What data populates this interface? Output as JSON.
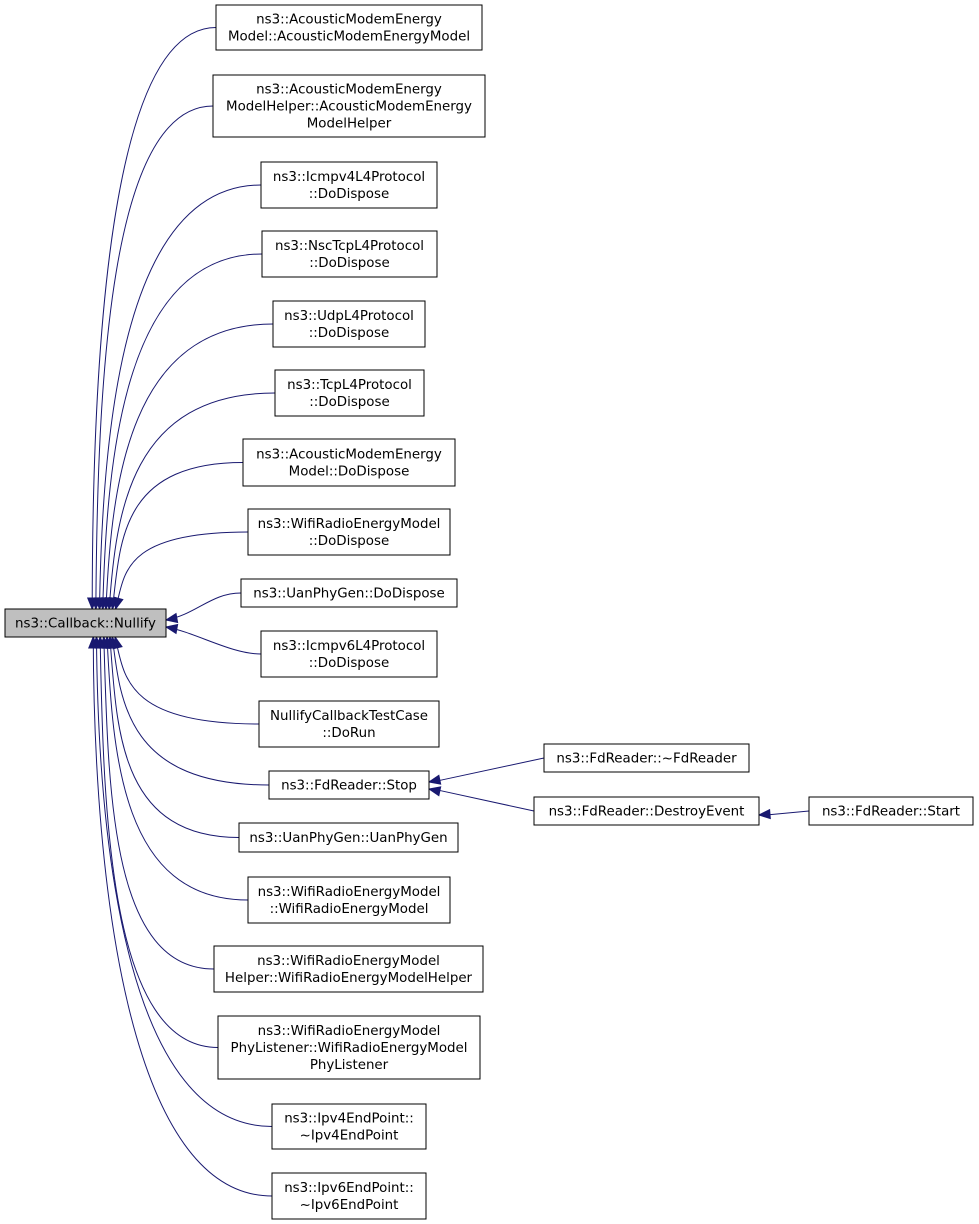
{
  "colors": {
    "edge": "#191970",
    "root_fill": "#bfbfbf",
    "node_fill": "#ffffff",
    "node_stroke": "#000000"
  },
  "nodes": [
    {
      "id": "nullify",
      "lines": [
        "ns3::Callback::Nullify"
      ],
      "root": true
    },
    {
      "id": "amem_ctor",
      "lines": [
        "ns3::AcousticModemEnergy",
        "Model::AcousticModemEnergyModel"
      ]
    },
    {
      "id": "amemh_ctor",
      "lines": [
        "ns3::AcousticModemEnergy",
        "ModelHelper::AcousticModemEnergy",
        "ModelHelper"
      ]
    },
    {
      "id": "icmpv4_dispose",
      "lines": [
        "ns3::Icmpv4L4Protocol",
        "::DoDispose"
      ]
    },
    {
      "id": "nsctcp_dispose",
      "lines": [
        "ns3::NscTcpL4Protocol",
        "::DoDispose"
      ]
    },
    {
      "id": "udp_dispose",
      "lines": [
        "ns3::UdpL4Protocol",
        "::DoDispose"
      ]
    },
    {
      "id": "tcp_dispose",
      "lines": [
        "ns3::TcpL4Protocol",
        "::DoDispose"
      ]
    },
    {
      "id": "amem_dispose",
      "lines": [
        "ns3::AcousticModemEnergy",
        "Model::DoDispose"
      ]
    },
    {
      "id": "wifirem_dispose",
      "lines": [
        "ns3::WifiRadioEnergyModel",
        "::DoDispose"
      ]
    },
    {
      "id": "uanphygen_dispose",
      "lines": [
        "ns3::UanPhyGen::DoDispose"
      ]
    },
    {
      "id": "icmpv6_dispose",
      "lines": [
        "ns3::Icmpv6L4Protocol",
        "::DoDispose"
      ]
    },
    {
      "id": "nullify_test",
      "lines": [
        "NullifyCallbackTestCase",
        "::DoRun"
      ]
    },
    {
      "id": "fdreader_stop",
      "lines": [
        "ns3::FdReader::Stop"
      ]
    },
    {
      "id": "uanphygen_ctor",
      "lines": [
        "ns3::UanPhyGen::UanPhyGen"
      ]
    },
    {
      "id": "wifirem_ctor",
      "lines": [
        "ns3::WifiRadioEnergyModel",
        "::WifiRadioEnergyModel"
      ]
    },
    {
      "id": "wifiremh_ctor",
      "lines": [
        "ns3::WifiRadioEnergyModel",
        "Helper::WifiRadioEnergyModelHelper"
      ]
    },
    {
      "id": "wifirempl_ctor",
      "lines": [
        "ns3::WifiRadioEnergyModel",
        "PhyListener::WifiRadioEnergyModel",
        "PhyListener"
      ]
    },
    {
      "id": "ipv4ep_dtor",
      "lines": [
        "ns3::Ipv4EndPoint::",
        "~Ipv4EndPoint"
      ]
    },
    {
      "id": "ipv6ep_dtor",
      "lines": [
        "ns3::Ipv6EndPoint::",
        "~Ipv6EndPoint"
      ]
    },
    {
      "id": "fdreader_dtor",
      "lines": [
        "ns3::FdReader::~FdReader"
      ]
    },
    {
      "id": "fdreader_destroy",
      "lines": [
        "ns3::FdReader::DestroyEvent"
      ]
    },
    {
      "id": "fdreader_start",
      "lines": [
        "ns3::FdReader::Start"
      ]
    }
  ],
  "edges": [
    {
      "from": "amem_ctor",
      "to": "nullify"
    },
    {
      "from": "amemh_ctor",
      "to": "nullify"
    },
    {
      "from": "icmpv4_dispose",
      "to": "nullify"
    },
    {
      "from": "nsctcp_dispose",
      "to": "nullify"
    },
    {
      "from": "udp_dispose",
      "to": "nullify"
    },
    {
      "from": "tcp_dispose",
      "to": "nullify"
    },
    {
      "from": "amem_dispose",
      "to": "nullify"
    },
    {
      "from": "wifirem_dispose",
      "to": "nullify"
    },
    {
      "from": "uanphygen_dispose",
      "to": "nullify"
    },
    {
      "from": "icmpv6_dispose",
      "to": "nullify"
    },
    {
      "from": "nullify_test",
      "to": "nullify"
    },
    {
      "from": "fdreader_stop",
      "to": "nullify"
    },
    {
      "from": "uanphygen_ctor",
      "to": "nullify"
    },
    {
      "from": "wifirem_ctor",
      "to": "nullify"
    },
    {
      "from": "wifiremh_ctor",
      "to": "nullify"
    },
    {
      "from": "wifirempl_ctor",
      "to": "nullify"
    },
    {
      "from": "ipv4ep_dtor",
      "to": "nullify"
    },
    {
      "from": "ipv6ep_dtor",
      "to": "nullify"
    },
    {
      "from": "fdreader_dtor",
      "to": "fdreader_stop"
    },
    {
      "from": "fdreader_destroy",
      "to": "fdreader_stop"
    },
    {
      "from": "fdreader_start",
      "to": "fdreader_destroy"
    }
  ]
}
